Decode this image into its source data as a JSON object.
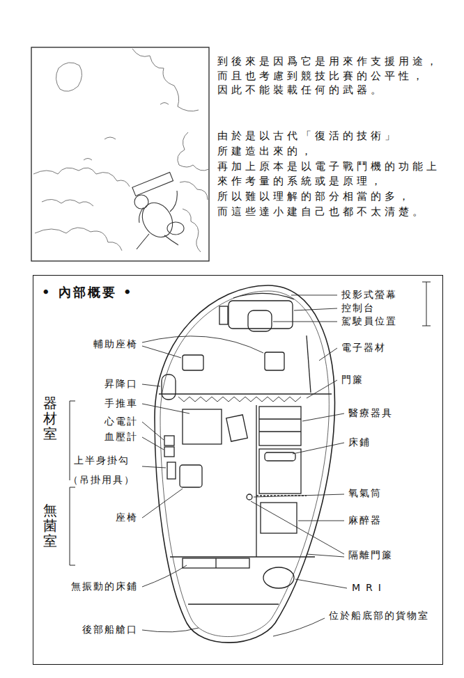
{
  "diagram": {
    "nodes": [
      {
        "text": [
          "• 內部概要 •"
        ]
      }
    ],
    "labels": [
      "到後來是因爲它是用來作支援用途， 而且也考慮到競技比賽的公平性， 因此不能裝載任何的武器。",
      "由於是以古代「復活的技術」 所建造出來的， 再加上原本是以電子戰鬥機的功能上 來作考量的系統或是原理， 所以難以理解的部分相當的多， 而這些達小建自己也都不太清楚。",
      "投影式螢幕",
      "控制台",
      "駕駛員位置",
      "輔助座椅",
      "電子器材",
      "昇降口",
      "門簾",
      "手推車",
      "醫療器具",
      "器材室",
      "心電計",
      "血壓計",
      "床鋪",
      "上半身掛勾 （吊掛用具）",
      "氧氣筒",
      "無菌室",
      "座椅",
      "麻醉器",
      "隔離門簾",
      "無振動的床鋪",
      "MRI",
      "位於船底部的貨物室",
      "後部船艙口"
    ]
  }
}
